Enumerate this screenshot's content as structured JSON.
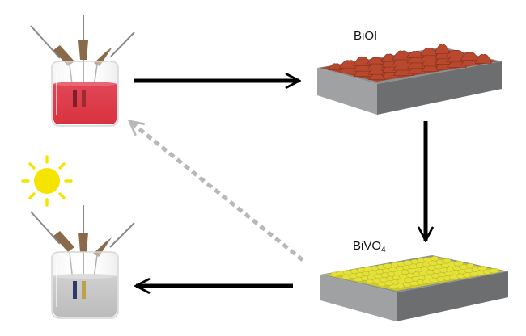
{
  "labels": {
    "bioi": "BiOI",
    "bivo4_main": "BiVO",
    "bivo4_sub": "4"
  },
  "colors": {
    "arrow": "#000000",
    "dashed_arrow": "#b8b8b8",
    "red_solution": "#e03a4a",
    "grey_solution": "#c8c8c8",
    "bioi_film": "#b2442a",
    "bivo4_film": "#e4e23a",
    "substrate_top": "#8d8f90",
    "substrate_side": "#6c6e70",
    "sun": "#f5e400"
  },
  "icons": {
    "cell_1": "electrochemical-cell-red-icon",
    "cell_2": "electrochemical-cell-grey-icon",
    "sun": "sun-icon",
    "substrate_bioi": "bioi-substrate-icon",
    "substrate_bivo4": "bivo4-substrate-icon"
  }
}
